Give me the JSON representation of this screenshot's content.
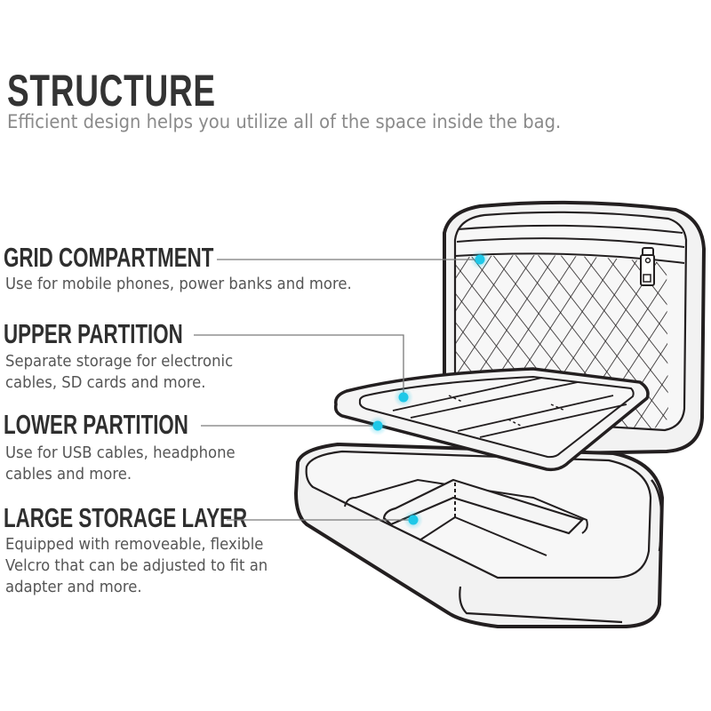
{
  "header": {
    "title": "STRUCTURE",
    "subtitle": "Efficient design helps you utilize all of the space inside the bag."
  },
  "features": [
    {
      "title": "GRID COMPARTMENT",
      "description": "Use for mobile phones, power banks and more."
    },
    {
      "title": "UPPER PARTITION",
      "description": "Separate storage for electronic\ncables, SD cards and more."
    },
    {
      "title": "LOWER PARTITION",
      "description": "Use for USB cables, headphone\ncables and more."
    },
    {
      "title": "LARGE STORAGE LAYER",
      "description": "Equipped with removeable, flexible\nVelcro that can be adjusted to fit an\nadapter and more."
    }
  ],
  "illustration": {
    "subject": "open electronics organizer bag",
    "icons": [
      "mesh-grid-pocket",
      "zipper-pull",
      "partition-panel",
      "storage-tray"
    ]
  },
  "colors": {
    "title": "#333333",
    "subtitle": "#8a8a8a",
    "description": "#555555",
    "callout_line": "#7a7a7a",
    "callout_dot": "#1ec8e8",
    "outline": "#231f20",
    "fill": "#f2f2f2"
  }
}
